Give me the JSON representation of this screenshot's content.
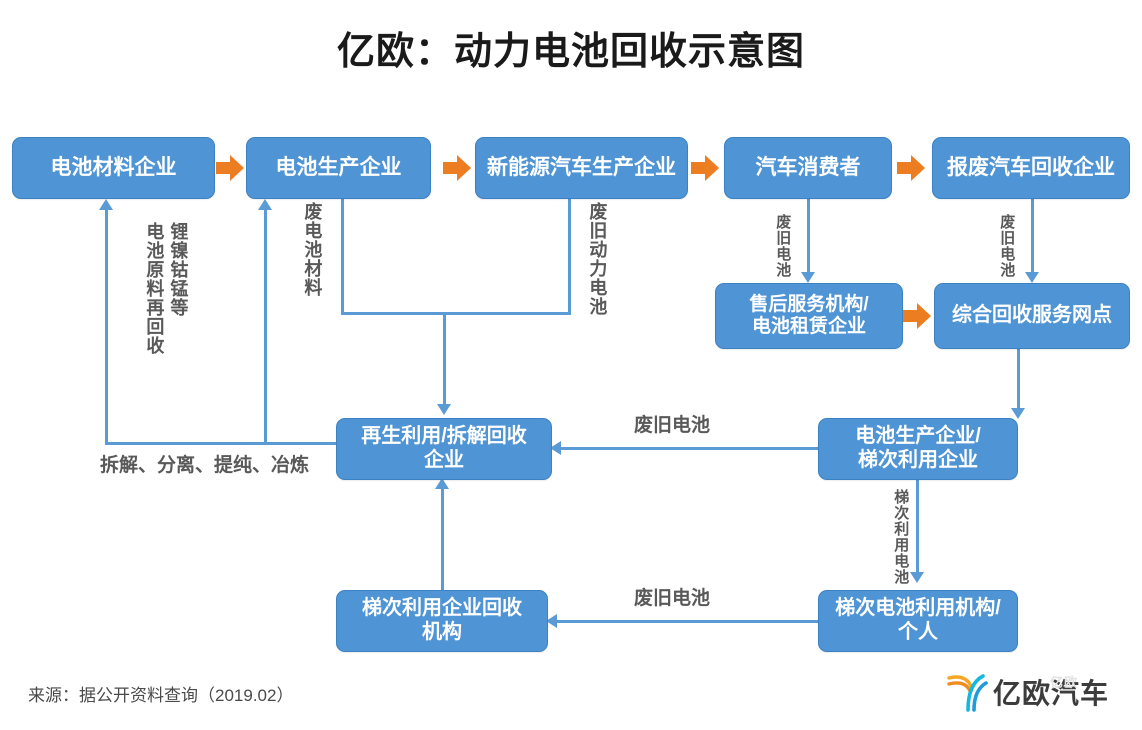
{
  "title": "亿欧：动力电池回收示意图",
  "source": "来源：据公开资料查询（2019.02）",
  "logo": {
    "text": "亿欧汽车",
    "watermark": "亿欧"
  },
  "colors": {
    "node_fill": "#4F94D4",
    "node_border": "#3B82C4",
    "connector": "#5B9BD5",
    "block_arrow": "#ED7D21",
    "label_text": "#595959",
    "title_text": "#1a1a1a"
  },
  "nodes": [
    {
      "id": "battery-material",
      "label": "电池材料企业"
    },
    {
      "id": "battery-production",
      "label": "电池生产企业"
    },
    {
      "id": "nev-production",
      "label": "新能源汽车生产企业"
    },
    {
      "id": "car-consumer",
      "label": "汽车消费者"
    },
    {
      "id": "scrap-car-recycling",
      "label": "报废汽车回收企业"
    },
    {
      "id": "aftersales-leasing",
      "label_line1": "售后服务机构/",
      "label_line2": "电池租赁企业"
    },
    {
      "id": "integrated-service",
      "label": "综合回收服务网点"
    },
    {
      "id": "regeneration-dismantle",
      "label_line1": "再生利用/拆解回收",
      "label_line2": "企业"
    },
    {
      "id": "battery-echelon-firm",
      "label_line1": "电池生产企业/",
      "label_line2": "梯次利用企业"
    },
    {
      "id": "echelon-recycle-org",
      "label_line1": "梯次利用企业回收",
      "label_line2": "机构"
    },
    {
      "id": "echelon-user",
      "label_line1": "梯次电池利用机构/",
      "label_line2": "个人"
    }
  ],
  "edge_labels": {
    "recycle_raw_materials": "锂镍钴锰等",
    "recycle_raw_materials2": "电池原料再回收",
    "waste_battery_material": "废电池材料",
    "waste_power_battery": "废旧动力电池",
    "waste_battery_1": "废旧电池",
    "waste_battery_2": "废旧电池",
    "waste_battery_3": "废旧电池",
    "waste_battery_4": "废旧电池",
    "dismantle_process": "拆解、分离、提纯、冶炼",
    "echelon_battery": "梯次利用电池"
  },
  "chart_data": {
    "type": "diagram",
    "diagram_kind": "flowchart",
    "title": "亿欧：动力电池回收示意图",
    "nodes": [
      "电池材料企业",
      "电池生产企业",
      "新能源汽车生产企业",
      "汽车消费者",
      "报废汽车回收企业",
      "售后服务机构/电池租赁企业",
      "综合回收服务网点",
      "再生利用/拆解回收企业",
      "电池生产企业/梯次利用企业",
      "梯次利用企业回收机构",
      "梯次电池利用机构/个人"
    ],
    "edges": [
      {
        "from": "电池材料企业",
        "to": "电池生产企业",
        "label": "",
        "style": "block-arrow"
      },
      {
        "from": "电池生产企业",
        "to": "新能源汽车生产企业",
        "label": "",
        "style": "block-arrow"
      },
      {
        "from": "新能源汽车生产企业",
        "to": "汽车消费者",
        "label": "",
        "style": "block-arrow"
      },
      {
        "from": "汽车消费者",
        "to": "报废汽车回收企业",
        "label": "",
        "style": "block-arrow"
      },
      {
        "from": "汽车消费者",
        "to": "售后服务机构/电池租赁企业",
        "label": "废旧电池",
        "style": "line"
      },
      {
        "from": "报废汽车回收企业",
        "to": "综合回收服务网点",
        "label": "废旧电池",
        "style": "line"
      },
      {
        "from": "售后服务机构/电池租赁企业",
        "to": "综合回收服务网点",
        "label": "",
        "style": "block-arrow"
      },
      {
        "from": "综合回收服务网点",
        "to": "电池生产企业/梯次利用企业",
        "label": "",
        "style": "line"
      },
      {
        "from": "电池生产企业",
        "to": "再生利用/拆解回收企业",
        "label": "废电池材料",
        "style": "line"
      },
      {
        "from": "新能源汽车生产企业",
        "to": "再生利用/拆解回收企业",
        "label": "废旧动力电池",
        "style": "line"
      },
      {
        "from": "电池生产企业/梯次利用企业",
        "to": "再生利用/拆解回收企业",
        "label": "废旧电池",
        "style": "line"
      },
      {
        "from": "电池生产企业/梯次利用企业",
        "to": "梯次电池利用机构/个人",
        "label": "梯次利用电池",
        "style": "line"
      },
      {
        "from": "梯次电池利用机构/个人",
        "to": "梯次利用企业回收机构",
        "label": "废旧电池",
        "style": "line"
      },
      {
        "from": "梯次利用企业回收机构",
        "to": "再生利用/拆解回收企业",
        "label": "",
        "style": "line"
      },
      {
        "from": "再生利用/拆解回收企业",
        "to": "电池材料企业",
        "label": "拆解、分离、提纯、冶炼 / 锂镍钴锰等电池原料再回收",
        "style": "line"
      },
      {
        "from": "再生利用/拆解回收企业",
        "to": "电池生产企业",
        "label": "拆解、分离、提纯、冶炼",
        "style": "line"
      }
    ]
  }
}
